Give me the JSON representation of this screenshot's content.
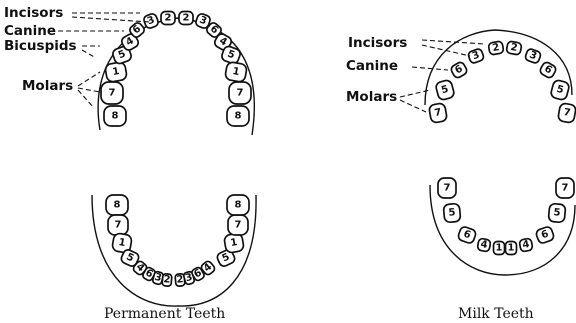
{
  "captions": {
    "permanent": "Permanent Teeth",
    "milk": "Milk Teeth"
  },
  "permanent_labels": {
    "incisors": "Incisors",
    "canine": "Canine",
    "bicuspids": "Bicuspids",
    "molars": "Molars"
  },
  "milk_labels": {
    "incisors": "Incisors",
    "canine": "Canine",
    "molars": "Molars"
  },
  "permanent_upper": [
    "8",
    "7",
    "1",
    "5",
    "4",
    "6",
    "3",
    "2",
    "2",
    "3",
    "6",
    "4",
    "5",
    "1",
    "7",
    "8"
  ],
  "permanent_lower": [
    "8",
    "7",
    "1",
    "5",
    "4",
    "6",
    "3",
    "2",
    "2",
    "3",
    "6",
    "4",
    "5",
    "1",
    "7",
    "8"
  ],
  "milk_upper": [
    "7",
    "5",
    "6",
    "3",
    "2",
    "2",
    "3",
    "6",
    "5",
    "7"
  ],
  "milk_lower": [
    "7",
    "5",
    "6",
    "4",
    "1",
    "1",
    "4",
    "6",
    "5",
    "7"
  ]
}
